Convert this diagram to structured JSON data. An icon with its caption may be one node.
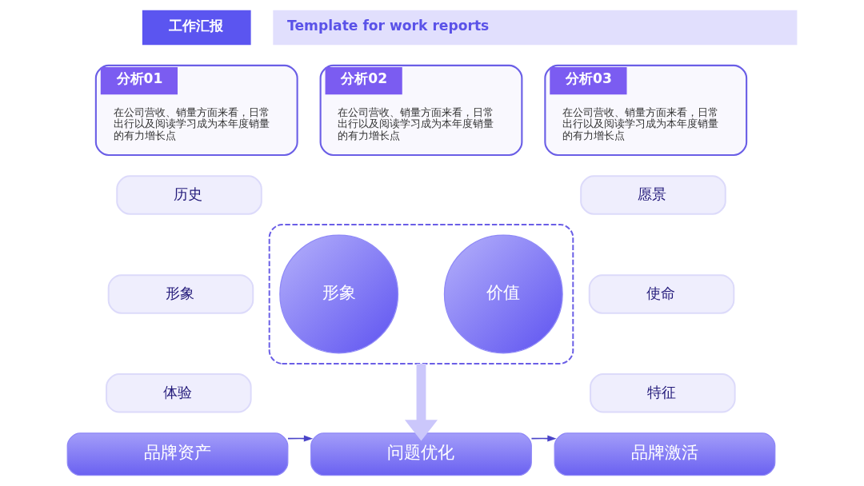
{
  "diagram": {
    "nodes": [
      {
        "text": [
          "工作汇报"
        ]
      },
      {
        "text": [
          "Template for work reports"
        ]
      },
      {
        "text": [
          "分析01",
          "在公司营收、销量方面来看，日常出行以及阅读学习成为本年度销量的有力增长点"
        ]
      },
      {
        "text": [
          "分析02",
          "在公司营收、销量方面来看，日常出行以及阅读学习成为本年度销量的有力增长点"
        ]
      },
      {
        "text": [
          "分析03",
          "在公司营收、销量方面来看，日常出行以及阅读学习成为本年度销量的有力增长点"
        ]
      },
      {
        "text": [
          "历史"
        ]
      },
      {
        "text": [
          "形象"
        ]
      },
      {
        "text": [
          "体验"
        ]
      },
      {
        "text": [],
        "shape": "box"
      },
      {
        "text": [
          "形象"
        ],
        "in": 8
      },
      {
        "text": [
          "价值"
        ],
        "in": 8
      },
      {
        "text": [
          "愿景"
        ]
      },
      {
        "text": [
          "使命"
        ]
      },
      {
        "text": [
          "特征"
        ]
      },
      {
        "text": [
          "品牌资产"
        ]
      },
      {
        "text": [
          "问题优化"
        ]
      },
      {
        "text": [
          "品牌激活"
        ]
      }
    ],
    "edges": [
      {
        "from": 8,
        "to": 15,
        "arrow": "to",
        "style": "thick",
        "color": "#cbc7fb"
      },
      {
        "from": 14,
        "to": 15,
        "arrow": "to"
      },
      {
        "from": 15,
        "to": 16,
        "arrow": "to"
      }
    ]
  }
}
